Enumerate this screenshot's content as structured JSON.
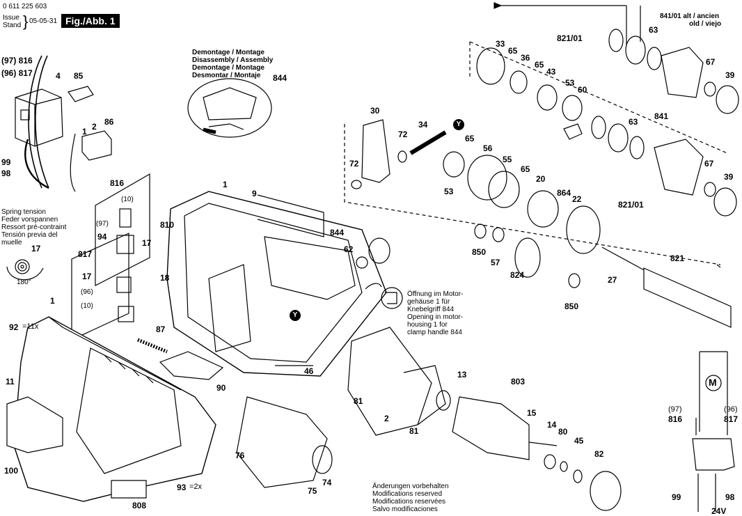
{
  "header": {
    "doc_number": "0 611 225 603",
    "issue_label": "Issue",
    "stand_label": "Stand",
    "date": "05-05-31",
    "figure_label": "Fig./Abb. 1"
  },
  "notes": {
    "assembly": [
      "Demontage / Montage",
      "Disassembly / Assembly",
      "Demontage / Montage",
      "Desmontar / Montaje"
    ],
    "spring": [
      "Spring tension",
      "Feder vorspannen",
      "Ressort pré-contraint",
      "Tensión previa del",
      "muelle"
    ],
    "angle": "180°",
    "opening": [
      "Öffnung im Motor-",
      "gehäuse 1 für",
      "Knebelgriff 844",
      "Opening in motor-",
      "housing 1 for",
      "clamp handle 844"
    ],
    "modifications": [
      "Änderungen vorbehalten",
      "Modifications reserved",
      "Modifications reservées",
      "Salvo modificaciones"
    ],
    "old": [
      "841/01 alt / ancien",
      "old / viejo"
    ],
    "voltage": "24V",
    "badge_y": "Y",
    "motor_symbol": "M",
    "qty_92": "=11x",
    "qty_93": "=2x"
  },
  "part_labels": [
    {
      "id": "p816a",
      "text": "(97) 816"
    },
    {
      "id": "p817a",
      "text": "(96) 817"
    },
    {
      "id": "p4",
      "text": "4"
    },
    {
      "id": "p85",
      "text": "85"
    },
    {
      "id": "p86",
      "text": "86"
    },
    {
      "id": "p1a",
      "text": "1"
    },
    {
      "id": "p2a",
      "text": "2"
    },
    {
      "id": "p99a",
      "text": "99"
    },
    {
      "id": "p98a",
      "text": "98"
    },
    {
      "id": "p844a",
      "text": "844"
    },
    {
      "id": "p816b",
      "text": "816"
    },
    {
      "id": "p10a",
      "text": "(10)"
    },
    {
      "id": "p97b",
      "text": "(97)"
    },
    {
      "id": "p810",
      "text": "810"
    },
    {
      "id": "p94",
      "text": "94"
    },
    {
      "id": "p17a",
      "text": "17"
    },
    {
      "id": "p17b",
      "text": "17"
    },
    {
      "id": "p817b",
      "text": "817"
    },
    {
      "id": "p17c",
      "text": "17"
    },
    {
      "id": "p96b",
      "text": "(96)"
    },
    {
      "id": "p10b",
      "text": "(10)"
    },
    {
      "id": "p18",
      "text": "18"
    },
    {
      "id": "p1b",
      "text": "1"
    },
    {
      "id": "p9",
      "text": "9"
    },
    {
      "id": "p844b",
      "text": "844"
    },
    {
      "id": "p62",
      "text": "62"
    },
    {
      "id": "p1c",
      "text": "1"
    },
    {
      "id": "p92",
      "text": "92"
    },
    {
      "id": "p87",
      "text": "87"
    },
    {
      "id": "p11",
      "text": "11"
    },
    {
      "id": "p46",
      "text": "46"
    },
    {
      "id": "p90",
      "text": "90"
    },
    {
      "id": "p100",
      "text": "100"
    },
    {
      "id": "p93",
      "text": "93"
    },
    {
      "id": "p808",
      "text": "808"
    },
    {
      "id": "p76",
      "text": "76"
    },
    {
      "id": "p75",
      "text": "75"
    },
    {
      "id": "p74",
      "text": "74"
    },
    {
      "id": "p30",
      "text": "30"
    },
    {
      "id": "p72a",
      "text": "72"
    },
    {
      "id": "p72b",
      "text": "72"
    },
    {
      "id": "p34",
      "text": "34"
    },
    {
      "id": "p33",
      "text": "33"
    },
    {
      "id": "p65a",
      "text": "65"
    },
    {
      "id": "p36",
      "text": "36"
    },
    {
      "id": "p65b",
      "text": "65"
    },
    {
      "id": "p43",
      "text": "43"
    },
    {
      "id": "p53a",
      "text": "53"
    },
    {
      "id": "p60",
      "text": "60"
    },
    {
      "id": "p82101a",
      "text": "821/01"
    },
    {
      "id": "p63a",
      "text": "63"
    },
    {
      "id": "p67a",
      "text": "67"
    },
    {
      "id": "p39a",
      "text": "39"
    },
    {
      "id": "p841",
      "text": "841"
    },
    {
      "id": "p63b",
      "text": "63"
    },
    {
      "id": "p67b",
      "text": "67"
    },
    {
      "id": "p39b",
      "text": "39"
    },
    {
      "id": "p65c",
      "text": "65"
    },
    {
      "id": "p56",
      "text": "56"
    },
    {
      "id": "p55",
      "text": "55"
    },
    {
      "id": "p65d",
      "text": "65"
    },
    {
      "id": "p20",
      "text": "20"
    },
    {
      "id": "p864",
      "text": "864"
    },
    {
      "id": "p22",
      "text": "22"
    },
    {
      "id": "p82101b",
      "text": "821/01"
    },
    {
      "id": "p53b",
      "text": "53"
    },
    {
      "id": "p850a",
      "text": "850"
    },
    {
      "id": "p57",
      "text": "57"
    },
    {
      "id": "p824",
      "text": "824"
    },
    {
      "id": "p821",
      "text": "821"
    },
    {
      "id": "p27",
      "text": "27"
    },
    {
      "id": "p850b",
      "text": "850"
    },
    {
      "id": "p81a",
      "text": "81"
    },
    {
      "id": "p2b",
      "text": "2"
    },
    {
      "id": "p81b",
      "text": "81"
    },
    {
      "id": "p13",
      "text": "13"
    },
    {
      "id": "p803",
      "text": "803"
    },
    {
      "id": "p15",
      "text": "15"
    },
    {
      "id": "p14",
      "text": "14"
    },
    {
      "id": "p80",
      "text": "80"
    },
    {
      "id": "p45",
      "text": "45"
    },
    {
      "id": "p82",
      "text": "82"
    },
    {
      "id": "p97c",
      "text": "(97)"
    },
    {
      "id": "p816c",
      "text": "816"
    },
    {
      "id": "p96c",
      "text": "(96)"
    },
    {
      "id": "p817c",
      "text": "817"
    },
    {
      "id": "p99b",
      "text": "99"
    },
    {
      "id": "p98b",
      "text": "98"
    }
  ]
}
